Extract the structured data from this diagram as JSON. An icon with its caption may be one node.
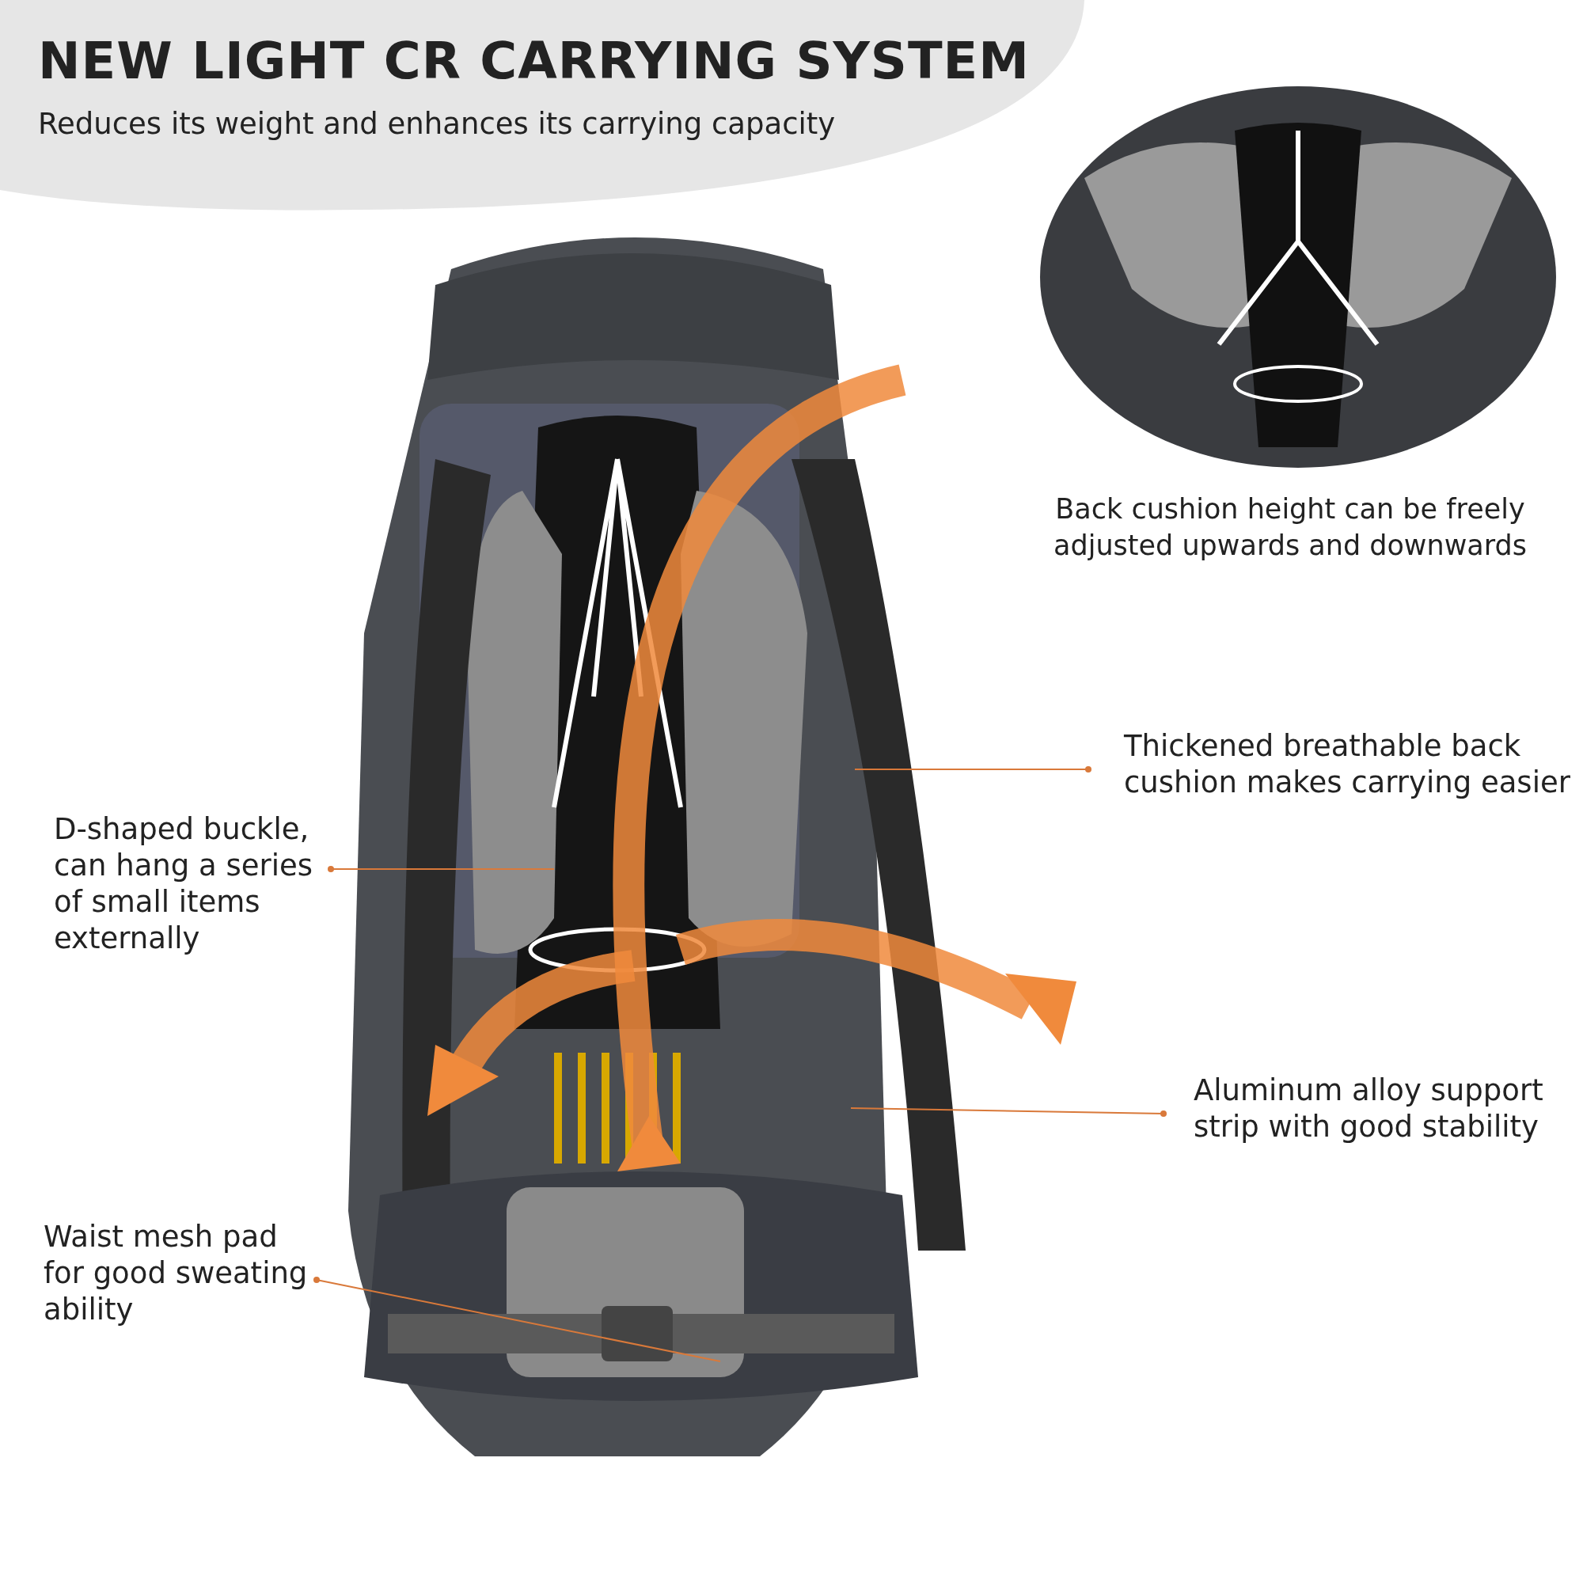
{
  "diagram": {
    "title": "NEW LIGHT CR CARRYING SYSTEM",
    "caption": "Reduces its weight and enhances its carrying capacity",
    "nodes": [
      {
        "text": [],
        "shape": "picture"
      },
      {
        "text": [],
        "shape": "picture",
        "beside": [
          "Back cushion height can be freely adjusted upwards and downwards"
        ]
      },
      {
        "text": [
          "Thickened breathable back cushion makes carrying easier"
        ]
      },
      {
        "text": [
          "D-shaped buckle, can hang a series of small items externally"
        ]
      },
      {
        "text": [
          "Aluminum alloy support strip with good stability"
        ]
      },
      {
        "text": [
          "Waist mesh pad for good sweating ability"
        ]
      }
    ],
    "edges": [
      {
        "from": 2,
        "to": 0,
        "arrow": "other"
      },
      {
        "from": 3,
        "to": 0,
        "arrow": "other"
      },
      {
        "from": 4,
        "to": 0,
        "arrow": "other"
      },
      {
        "from": 5,
        "to": 0,
        "arrow": "other"
      }
    ]
  }
}
